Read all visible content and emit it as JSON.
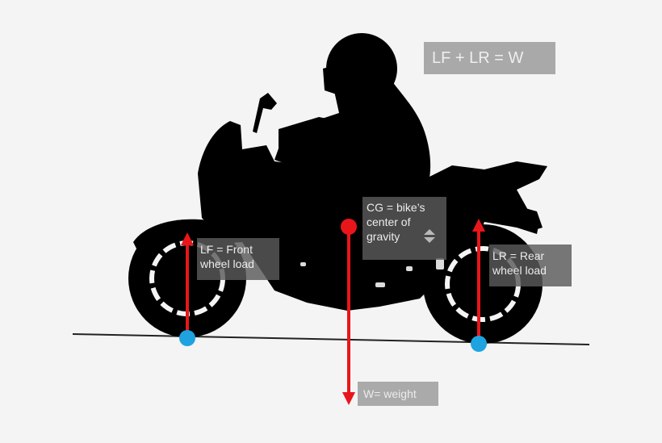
{
  "diagram": {
    "title_equation": "LF + LR = W",
    "labels": {
      "front_load": [
        "LF = Front",
        "wheel load"
      ],
      "center_of_gravity": [
        "CG = bike’s",
        "center of",
        "gravity"
      ],
      "rear_load": [
        "LR = Rear",
        "wheel load"
      ],
      "weight": "W= weight"
    },
    "icons": {
      "rider_motorcycle": "motorcycle-silhouette",
      "front_contact": "blue-dot",
      "rear_contact": "blue-dot",
      "cg_marker": "red-dot",
      "front_force": "red-arrow-up",
      "rear_force": "red-arrow-up",
      "weight_force": "red-arrow-down",
      "scroll_control": "up-down-arrows"
    },
    "colors": {
      "background": "#f4f4f4",
      "silhouette": "#000000",
      "arrow": "#e8161b",
      "contact_point": "#1ea3e0",
      "label_box": "#5a5a5a",
      "equation_box": "#a9a9a9",
      "label_text": "#ececec",
      "ground_line": "#222222"
    }
  }
}
